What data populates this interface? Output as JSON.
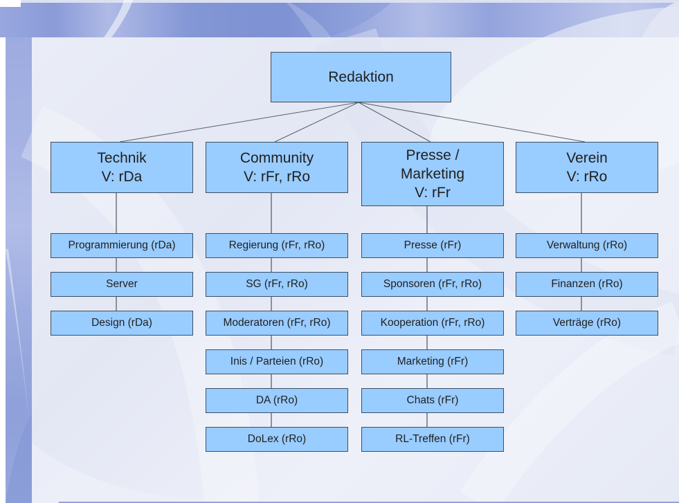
{
  "slide": {
    "root": {
      "label": "Redaktion"
    },
    "columns": [
      {
        "header_lines": [
          "Technik",
          "V: rDa"
        ],
        "children": [
          "Programmierung (rDa)",
          "Server",
          "Design (rDa)"
        ]
      },
      {
        "header_lines": [
          "Community",
          "V: rFr, rRo"
        ],
        "children": [
          "Regierung (rFr, rRo)",
          "SG (rFr, rRo)",
          "Moderatoren (rFr, rRo)",
          "Inis / Parteien (rRo)",
          "DA (rRo)",
          "DoLex (rRo)"
        ]
      },
      {
        "header_lines": [
          "Presse /",
          "Marketing",
          "V: rFr"
        ],
        "children": [
          "Presse (rFr)",
          "Sponsoren (rFr, rRo)",
          "Kooperation (rFr, rRo)",
          "Marketing (rFr)",
          "Chats (rFr)",
          "RL-Treffen (rFr)"
        ]
      },
      {
        "header_lines": [
          "Verein",
          "V: rRo"
        ],
        "children": [
          "Verwaltung (rRo)",
          "Finanzen (rRo)",
          "Verträge (rRo)"
        ]
      }
    ],
    "colors": {
      "node_fill": "#99CCFF",
      "node_border": "#3D4E60",
      "node_text": "#1F1F1F",
      "connector": "#55606B",
      "band_base": "#8E9FD9",
      "panel_base": "#E8EBF6"
    }
  }
}
